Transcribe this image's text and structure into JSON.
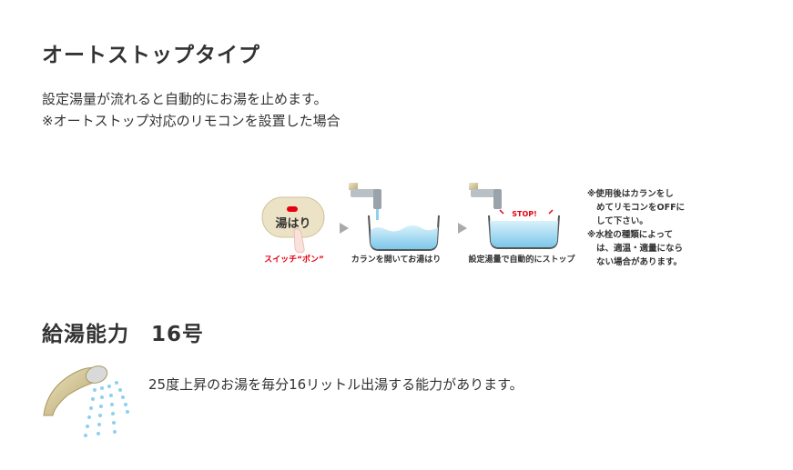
{
  "section1": {
    "title": "オートストップタイプ",
    "desc_line1": "設定湯量が流れると自動的にお湯を止めます。",
    "desc_line2": "※オートストップ対応のリモコンを設置した場合"
  },
  "diagram": {
    "button_label": "湯はり",
    "switch_caption": "スイッチ“ポン”",
    "step2_caption": "カランを開いてお湯はり",
    "step3_caption": "設定湯量で自動的にストップ",
    "stop_label": "STOP!",
    "notes": [
      "※使用後はカランをし",
      "めてリモコンをOFFに",
      "して下さい。",
      "※水栓の種類によって",
      "は、適温・適量になら",
      "ない場合があります。"
    ]
  },
  "section2": {
    "title": "給湯能力　16号",
    "desc": "25度上昇のお湯を毎分16リットル出湯する能力があります。"
  },
  "colors": {
    "accent_red": "#e60012",
    "water_blue": "#8fd0ee",
    "tap_gold": "#c8b88a"
  }
}
